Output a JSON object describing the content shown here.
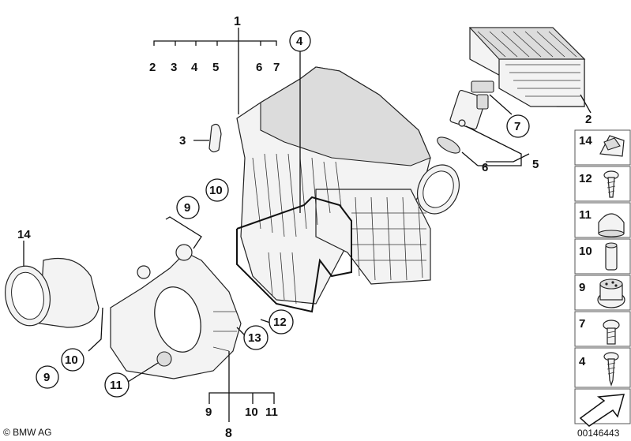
{
  "callouts": {
    "c1": "1",
    "c2a": "2",
    "c3a": "3",
    "c4a": "4",
    "c5a": "5",
    "c6a": "6",
    "c7a": "7",
    "c2b": "2",
    "c3b": "3",
    "c4b": "4",
    "c5b": "5",
    "c6b": "6",
    "c7b": "7",
    "c8": "8",
    "c9a": "9",
    "c9b": "9",
    "c9c": "9",
    "c10a": "10",
    "c10b": "10",
    "c10c": "10",
    "c11a": "11",
    "c11b": "11",
    "c12": "12",
    "c13": "13",
    "c14": "14"
  },
  "legend": [
    {
      "label": "14",
      "icon": "clip-nut-icon"
    },
    {
      "label": "12",
      "icon": "screw-icon"
    },
    {
      "label": "11",
      "icon": "rubber-cap-icon"
    },
    {
      "label": "10",
      "icon": "sleeve-icon"
    },
    {
      "label": "9",
      "icon": "grommet-icon"
    },
    {
      "label": "7",
      "icon": "torx-bolt-icon"
    },
    {
      "label": "4",
      "icon": "self-tapping-screw-icon"
    }
  ],
  "footer": {
    "copyright": "© BMW AG",
    "part_number": "00146443"
  }
}
